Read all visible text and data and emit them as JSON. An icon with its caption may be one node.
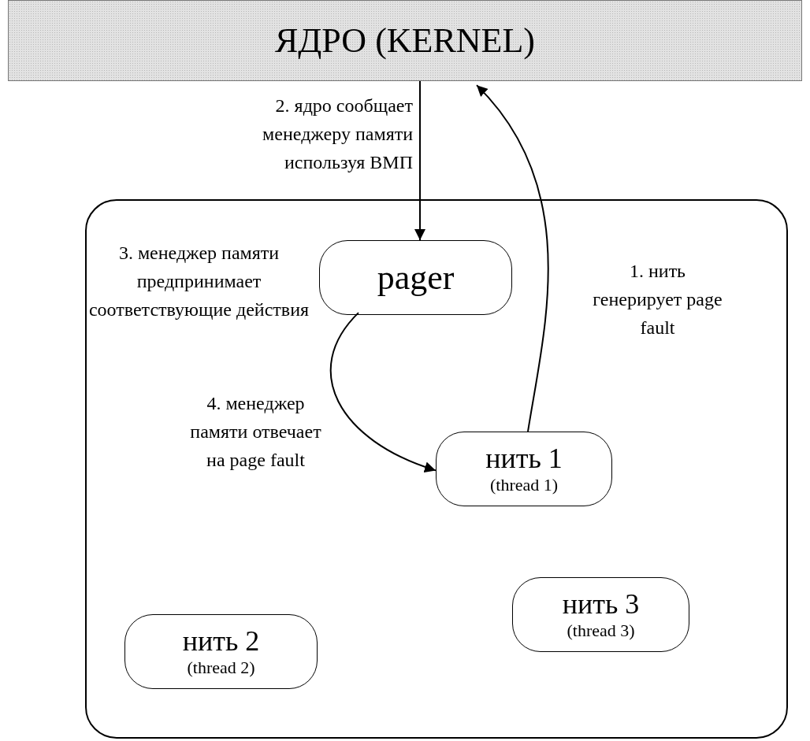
{
  "diagram": {
    "nodes": [
      {
        "text": [
          "ЯДРО (KERNEL)"
        ]
      },
      {
        "text": [],
        "shape": "box"
      },
      {
        "text": [
          "pager"
        ],
        "in": 1,
        "beside": [
          "3. менеджер памяти предпринимает соответствующие действия"
        ]
      },
      {
        "text": [
          "нить 1",
          "(thread 1)"
        ],
        "in": 1
      },
      {
        "text": [
          "нить 3",
          "(thread 3)"
        ],
        "in": 1
      },
      {
        "text": [
          "нить 2",
          "(thread 2)"
        ],
        "in": 1
      }
    ],
    "edges": [
      {
        "from": 0,
        "to": 2,
        "arrow": "to",
        "label": "2. ядро сообщает менеджеру памяти используя ВМП"
      },
      {
        "from": 3,
        "to": 0,
        "arrow": "to",
        "label": "1. нить генерирует page fault"
      },
      {
        "from": 2,
        "to": 3,
        "arrow": "to",
        "label": "4. менеджер памяти отвечает на page fault"
      }
    ]
  }
}
